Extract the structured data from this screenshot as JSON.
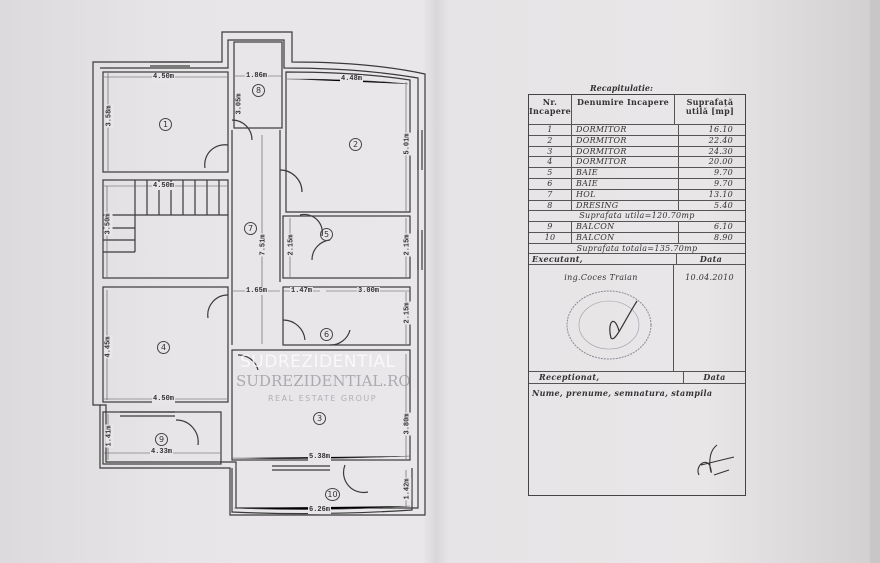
{
  "plan": {
    "rooms": [
      {
        "nr": "1"
      },
      {
        "nr": "2"
      },
      {
        "nr": "3"
      },
      {
        "nr": "4"
      },
      {
        "nr": "5"
      },
      {
        "nr": "6"
      },
      {
        "nr": "7"
      },
      {
        "nr": "8"
      },
      {
        "nr": "9"
      },
      {
        "nr": "10"
      }
    ],
    "dimensions": {
      "r1_w": "4.50m",
      "r1_h": "3.58m",
      "r8_w": "1.86m",
      "r8_h": "3.05m",
      "r2_w": "4.48m",
      "r2_h": "5.01m",
      "stair_w": "4.50m",
      "stair_h": "3.50m",
      "r7_h": "7.51m",
      "r5_h1": "2.15m",
      "r5_h2": "2.15m",
      "r7_w": "1.65m",
      "r6_w": "1.47m",
      "r6b_w": "3.00m",
      "r6_h": "2.15m",
      "r4_h": "4.45m",
      "r4_w": "4.50m",
      "r3_h": "3.80m",
      "r3_w": "5.38m",
      "r9_w": "4.33m",
      "r9_h": "1.41m",
      "r10_w": "6.26m",
      "r10_h": "1.42m"
    }
  },
  "table": {
    "title": "Recapitulatie:",
    "headers": {
      "nr": "Nr. Incapere",
      "name": "Denumire Incapere",
      "area": "Suprafață utilă [mp]"
    },
    "rows": [
      {
        "nr": "1",
        "name": "DORMITOR",
        "area": "16.10"
      },
      {
        "nr": "2",
        "name": "DORMITOR",
        "area": "22.40"
      },
      {
        "nr": "3",
        "name": "DORMITOR",
        "area": "24.30"
      },
      {
        "nr": "4",
        "name": "DORMITOR",
        "area": "20.00"
      },
      {
        "nr": "5",
        "name": "BAIE",
        "area": "9.70"
      },
      {
        "nr": "6",
        "name": "BAIE",
        "area": "9.70"
      },
      {
        "nr": "7",
        "name": "HOL",
        "area": "13.10"
      },
      {
        "nr": "8",
        "name": "DRESING",
        "area": "5.40"
      }
    ],
    "subtotal": "Suprafata utila=120.70mp",
    "balcony_rows": [
      {
        "nr": "9",
        "name": "BALCON",
        "area": "6.10"
      },
      {
        "nr": "10",
        "name": "BALCON",
        "area": "8.90"
      }
    ],
    "total": "Suprafata totala=135.70mp",
    "executant_label": "Executant,",
    "data_label": "Data",
    "executant_name": "ing.Coces Traian",
    "executant_date": "10.04.2010",
    "receptionat_label": "Receptionat,",
    "receptionat_data_label": "Data",
    "receptionat_note": "Nume, prenume, semnatura, stampila"
  },
  "watermark": {
    "line1": "SUDREZIDENTIAL",
    "line2": "SUDREZIDENTIAL.RO",
    "line3": "REAL ESTATE GROUP"
  }
}
